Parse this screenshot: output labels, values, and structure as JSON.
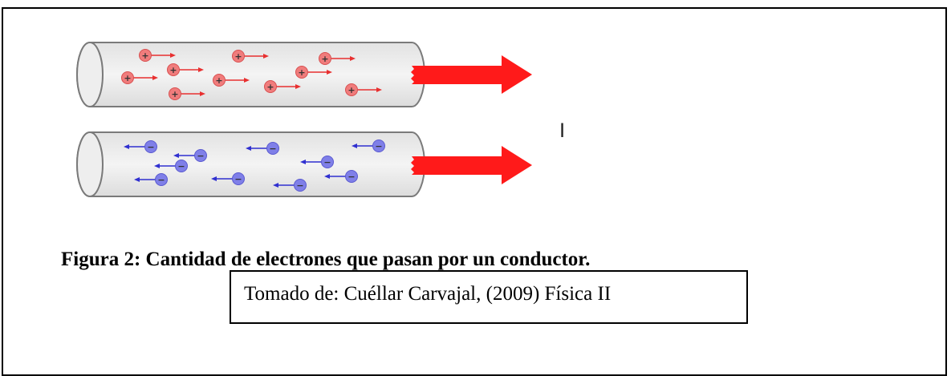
{
  "figure": {
    "caption": "Figura 2: Cantidad de electrones que pasan por un conductor.",
    "source": "Tomado de: Cuéllar Carvajal, (2009) Física II",
    "current_label": "I"
  },
  "charges": {
    "positive_symbol": "+",
    "negative_symbol": "−",
    "positive_color": "#f07c7c",
    "negative_color": "#7f7fe8",
    "positive_arrow_color": "#e83030",
    "negative_arrow_color": "#3030d0"
  },
  "current_arrow_color": "#ff1a1a"
}
